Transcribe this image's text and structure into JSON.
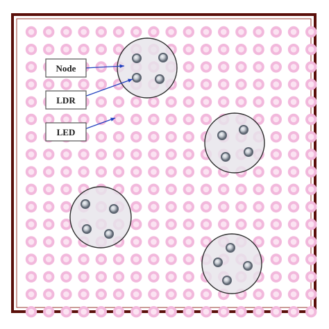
{
  "diagram": {
    "colors": {
      "frame_outer": "#5a0f0a",
      "frame_inner": "#9a3b30",
      "led_fill": "#f2b8dc",
      "led_center": "#fbe3f2",
      "node_fill": "#e6e4ea",
      "node_stroke": "#2d2d2d",
      "ldr_dark": "#5c6470",
      "ldr_light": "#f4f6f8",
      "arrow": "#1f3fbf"
    },
    "labels": {
      "node": "Node",
      "ldr": "LDR",
      "led": "LED"
    },
    "led_grid": {
      "rows": 17,
      "cols": 17
    },
    "nodes": [
      {
        "id": "node-1",
        "ldr_count": 4
      },
      {
        "id": "node-2",
        "ldr_count": 4
      },
      {
        "id": "node-3",
        "ldr_count": 4
      },
      {
        "id": "node-4",
        "ldr_count": 4
      }
    ]
  }
}
